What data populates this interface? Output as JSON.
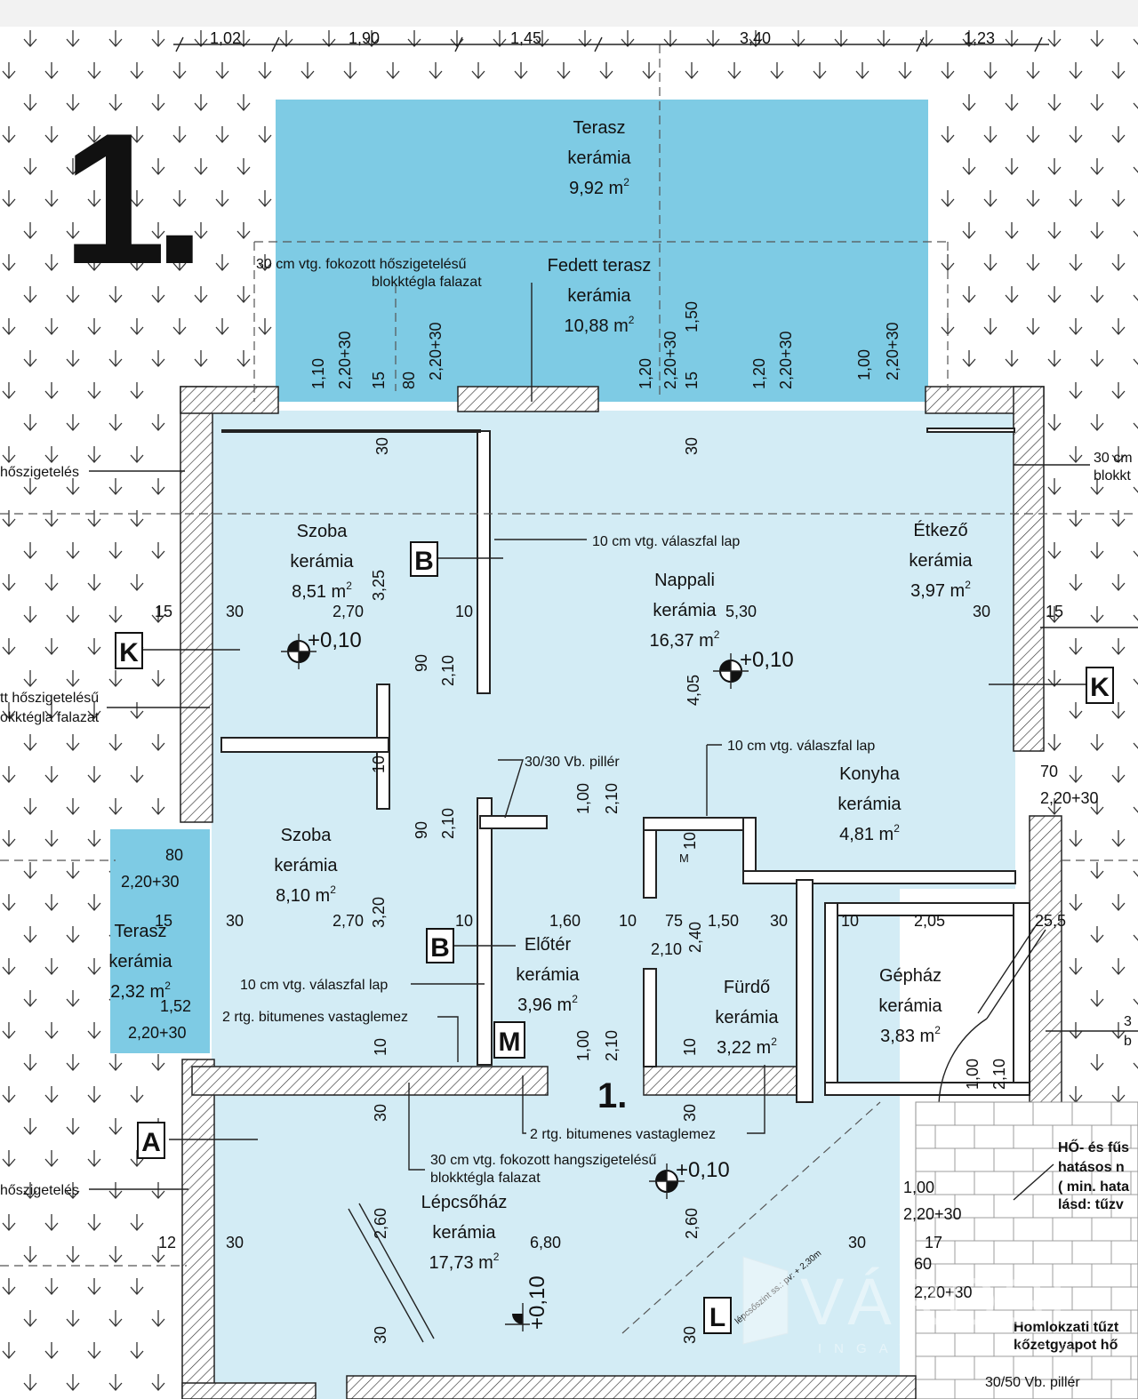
{
  "plan": {
    "unit_number": "1.",
    "unit_number_small": "1.",
    "rooms": [
      {
        "id": "terasz-top",
        "name": "Terasz",
        "floor": "kerámia",
        "area": "9,92 m",
        "sup": "2"
      },
      {
        "id": "fedett-terasz",
        "name": "Fedett terasz",
        "floor": "kerámia",
        "area": "10,88 m",
        "sup": "2"
      },
      {
        "id": "szoba-1",
        "name": "Szoba",
        "floor": "kerámia",
        "area": "8,51 m",
        "sup": "2"
      },
      {
        "id": "nappali",
        "name": "Nappali",
        "floor": "kerámia",
        "area": "16,37 m",
        "sup": "2"
      },
      {
        "id": "etkezo",
        "name": "Étkező",
        "floor": "kerámia",
        "area": "3,97 m",
        "sup": "2"
      },
      {
        "id": "konyha",
        "name": "Konyha",
        "floor": "kerámia",
        "area": "4,81 m",
        "sup": "2"
      },
      {
        "id": "szoba-2",
        "name": "Szoba",
        "floor": "kerámia",
        "area": "8,10 m",
        "sup": "2"
      },
      {
        "id": "terasz-left",
        "name": "Terasz",
        "floor": "kerámia",
        "area": "2,32 m",
        "sup": "2"
      },
      {
        "id": "eloter",
        "name": "Előtér",
        "floor": "kerámia",
        "area": "3,96 m",
        "sup": "2"
      },
      {
        "id": "furdo",
        "name": "Fürdő",
        "floor": "kerámia",
        "area": "3,22 m",
        "sup": "2"
      },
      {
        "id": "gephaz",
        "name": "Gépház",
        "floor": "kerámia",
        "area": "3,83 m",
        "sup": "2"
      },
      {
        "id": "lepcsohaz",
        "name": "Lépcsőház",
        "floor": "kerámia",
        "area": "17,73 m",
        "sup": "2"
      }
    ],
    "top_dimensions": [
      "1,02",
      "1,90",
      "1,45",
      "3,40",
      "1,23"
    ],
    "annotations": {
      "wall_30_a": "30 cm vtg. fokozott hőszigetelésű",
      "wall_30_b": "blokktégla falazat",
      "partition_10": "10 cm vtg. válaszfal lap",
      "pillar": "30/30 Vb. pillér",
      "bitumen": "2 rtg. bitumenes vastaglemez",
      "sound_a": "30 cm vtg. fokozott hangszigetelésű",
      "sound_b": "blokktégla falazat",
      "left_hoszig": "hőszigetelés",
      "left_wall_a": "tt hőszigetelésű",
      "left_wall_b": "okktégla falazat",
      "right_30_a": "30 cm",
      "right_30_b": "blokkt",
      "right_heat_1": "HŐ- és fűs",
      "right_heat_2": "hatásos n",
      "right_heat_3": "( min. hata",
      "right_heat_4": "lásd: tűzv",
      "facade_1": "Homlokzati tűzt",
      "facade_2": "kőzetgyapot hő",
      "pillar_30_50": "30/50 Vb. pillér",
      "m_mark": "M",
      "right_3": "3",
      "right_b": "b"
    },
    "section_marks": {
      "B": "B",
      "K": "K",
      "A": "A",
      "M": "M",
      "L": "L"
    },
    "levels": {
      "plus010": "+0,10"
    },
    "watermark": "VÁROSI",
    "watermark_sub": "INGATLAN IRODA",
    "stair_note": "lépcsőszint ss.: pv: + 2,30m"
  },
  "colors": {
    "terrace_blue": "#7ecbe4",
    "floor_blue": "#d3ecf5",
    "room_blue": "#dbeff7"
  }
}
